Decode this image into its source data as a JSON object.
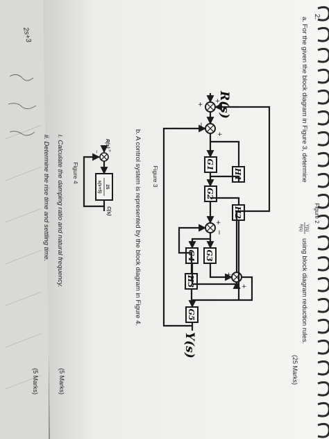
{
  "page": {
    "question_number": "2.",
    "figure_caption_top": "Figure 2",
    "part_a": {
      "prefix": "a. For the given the block diagram in Figure 3, determine",
      "tf_num": "Y(s)",
      "tf_den": "R(s)",
      "suffix": "using block diagram reduction rules.",
      "marks": "(25 Marks)"
    },
    "part_b": {
      "intro": "b. A control system is represented by the block diagram in Figure 4.",
      "q1": "i. Calculate the damping ratio and natural frequency.",
      "q1_marks": "(5 Marks)",
      "q2": "ii. Determine the rise time and settling time.",
      "q2_marks": "(5 Marks)"
    }
  },
  "figure3": {
    "caption": "Figure 3",
    "input_label": "R(s)",
    "output_label": "Y(s)",
    "blocks": [
      "G1",
      "G2",
      "G3",
      "G4",
      "G5",
      "H1",
      "H2",
      "H3"
    ],
    "signs": {
      "plus": "+",
      "minus": "−"
    }
  },
  "figure4": {
    "caption": "Figure 4",
    "input_label": "R(s)",
    "output_label": "C(s)",
    "plant_num": "25",
    "plant_den": "s(s+5)",
    "signs": {
      "plus": "+",
      "minus": "−"
    }
  },
  "margin_notes": [
    "2s+3"
  ]
}
